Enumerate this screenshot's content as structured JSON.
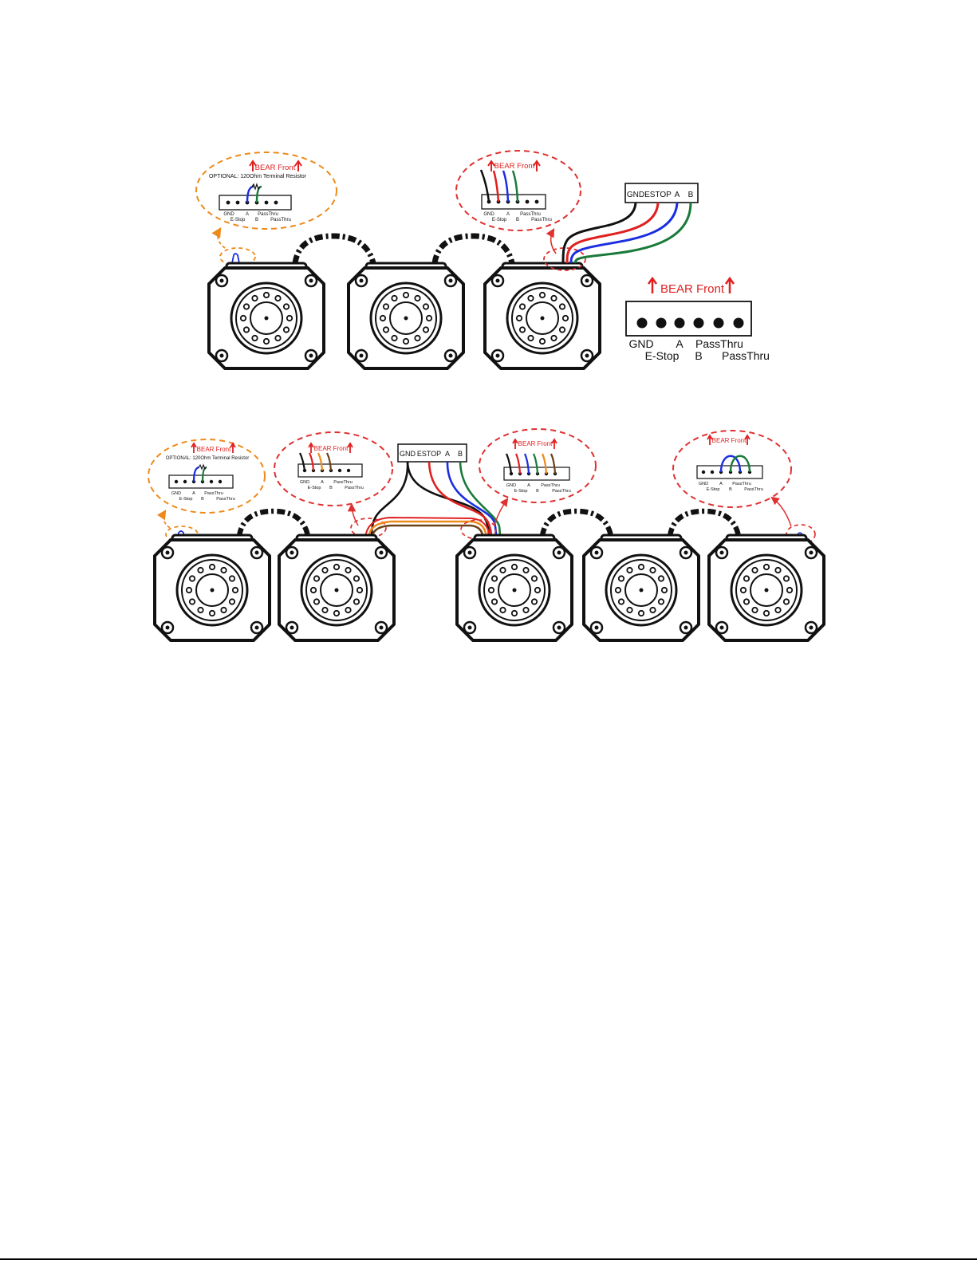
{
  "colors": {
    "black": "#111111",
    "red": "#e02020",
    "blue": "#1a2ee0",
    "green": "#1a7a3a",
    "orange": "#ee8a1a",
    "brown": "#6b4218",
    "callout_orange": "#ee8a1a",
    "callout_red": "#e03030"
  },
  "labels": {
    "bear_front": "BEAR Front",
    "optional_resistor": "OPTIONAL: 120Ohm Terminal Resistor",
    "pin_gnd": "GND",
    "pin_estop": "E-Stop",
    "pin_a": "A",
    "pin_b": "B",
    "pin_passthru": "PassThru"
  },
  "junction": {
    "gnd": "GND",
    "estop": "ESTOP",
    "a": "A",
    "b": "B"
  },
  "icons": [
    "stepper-motor-icon",
    "terminal-resistor-icon",
    "up-arrow-icon",
    "daisy-chain-cable-icon"
  ]
}
